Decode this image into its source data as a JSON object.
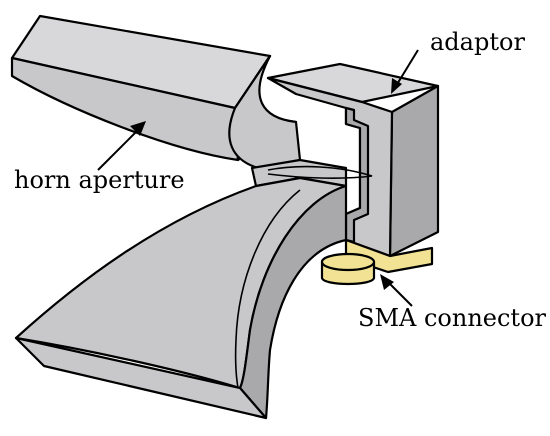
{
  "labels": {
    "adaptor": "adaptor",
    "horn_aperture": "horn aperture",
    "sma_connector": "SMA connector"
  },
  "colors": {
    "metal_body": "#c8c8ca",
    "metal_top": "#d8d8da",
    "metal_shadow": "#a9a9ac",
    "connector_gold": "#f2e394",
    "outline": "#000000"
  }
}
